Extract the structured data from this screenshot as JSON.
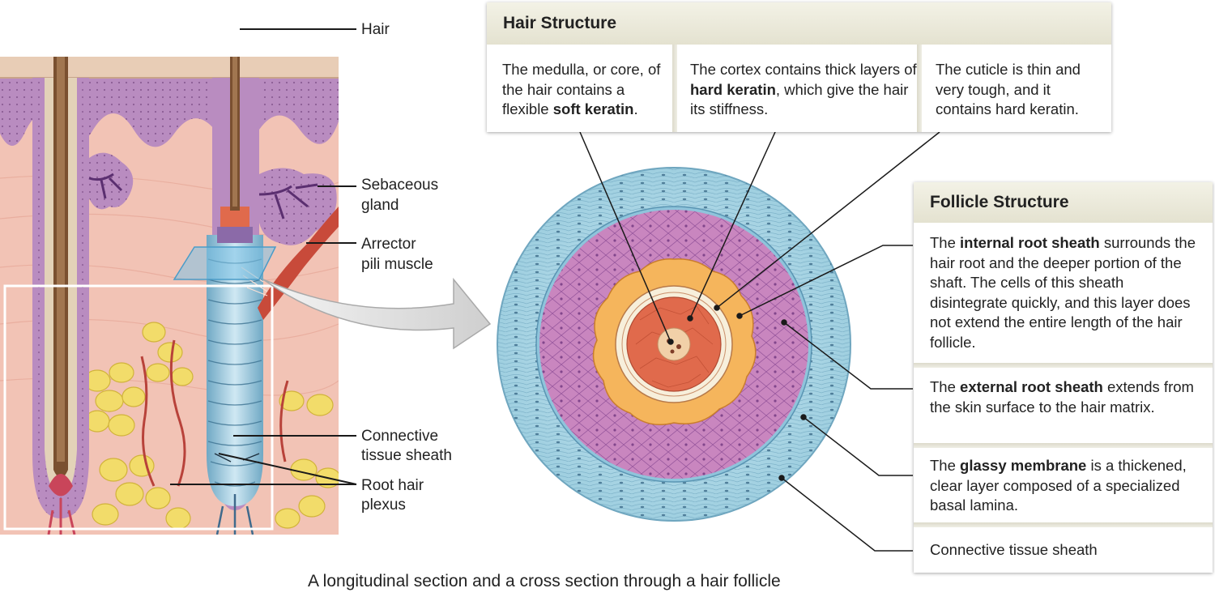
{
  "figure": {
    "caption": "A longitudinal section and a cross section through a hair follicle"
  },
  "left_labels": {
    "hair": "Hair",
    "sebaceous_1": "Sebaceous",
    "sebaceous_2": "gland",
    "arrector_1": "Arrector",
    "arrector_2": "pili muscle",
    "connective_1": "Connective",
    "connective_2": "tissue sheath",
    "root_1": "Root hair",
    "root_2": "plexus"
  },
  "hair_structure": {
    "title": "Hair Structure",
    "medulla": {
      "pre": "The medulla, or core, of the hair contains a flexible ",
      "bold": "soft keratin",
      "post": "."
    },
    "cortex": {
      "pre": "The cortex contains thick layers of ",
      "bold": "hard keratin",
      "post": ", which give the hair its stiffness."
    },
    "cuticle": {
      "pre": "The cuticle is thin and very tough, and it contains hard keratin.",
      "bold": "",
      "post": ""
    }
  },
  "follicle_structure": {
    "title": "Follicle Structure",
    "internal": {
      "pre": "The ",
      "bold": "internal root sheath",
      "post": " surrounds the hair root and the deeper portion of the shaft. The cells of this sheath disintegrate quickly, and this layer does not extend the entire length of the hair follicle."
    },
    "external": {
      "pre": "The ",
      "bold": "external root sheath",
      "post": " extends from the skin surface to the hair matrix."
    },
    "glassy": {
      "pre": "The ",
      "bold": "glassy membrane",
      "post": " is a thickened, clear layer composed of a specialized basal lamina."
    },
    "connective": {
      "pre": "Connective tissue sheath",
      "bold": "",
      "post": ""
    }
  },
  "colors": {
    "dermis": "#f2c3b5",
    "epidermis": "#b98cc0",
    "fat": "#f2dc6a",
    "outer_sheath": "#a9d6e5",
    "root_sheath": "#c986bf",
    "cortex": "#e06a4c",
    "cuticle_band": "#f5b55c"
  }
}
